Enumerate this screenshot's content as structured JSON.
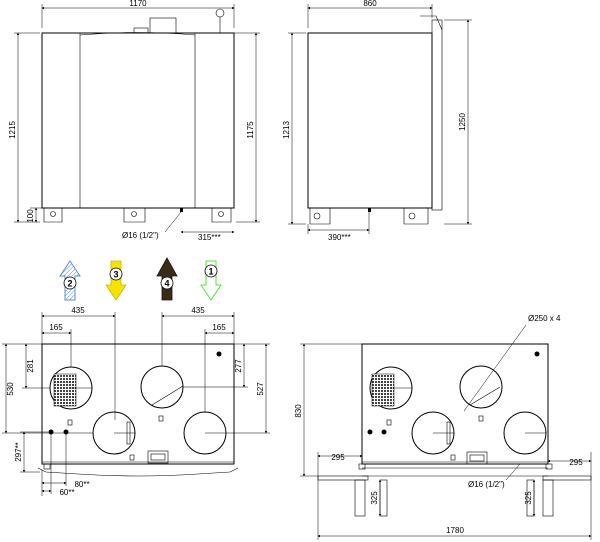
{
  "dimensions": {
    "front_width": "1170",
    "front_height_left": "1215",
    "front_height_right": "1175",
    "front_foot": "100",
    "front_drain": "Ø16 (1/2\")",
    "front_drain_offset": "315***",
    "side_width": "860",
    "side_height_left": "1213",
    "side_height_right": "1250",
    "side_drain_offset": "390***",
    "top_left_435": "435",
    "top_right_435": "435",
    "top_left_165": "165",
    "top_right_165": "165",
    "top_281": "281",
    "top_530": "530",
    "top_277": "277",
    "top_527": "527",
    "top_297": "297**",
    "top_80": "80**",
    "top_60": "60**",
    "right_duct": "Ø250 x 4",
    "right_830": "830",
    "right_295_left": "295",
    "right_295_right": "295",
    "right_drain": "Ø16 (1/2\")",
    "right_325_left": "325",
    "right_325_right": "325",
    "right_1780": "1780"
  },
  "flows": [
    {
      "label": "2",
      "color": "#5b8fd6",
      "direction": "up"
    },
    {
      "label": "3",
      "color": "#f4e400",
      "direction": "down"
    },
    {
      "label": "4",
      "color": "#3a2a18",
      "direction": "up"
    },
    {
      "label": "1",
      "color": "#55e03a",
      "direction": "down"
    }
  ]
}
